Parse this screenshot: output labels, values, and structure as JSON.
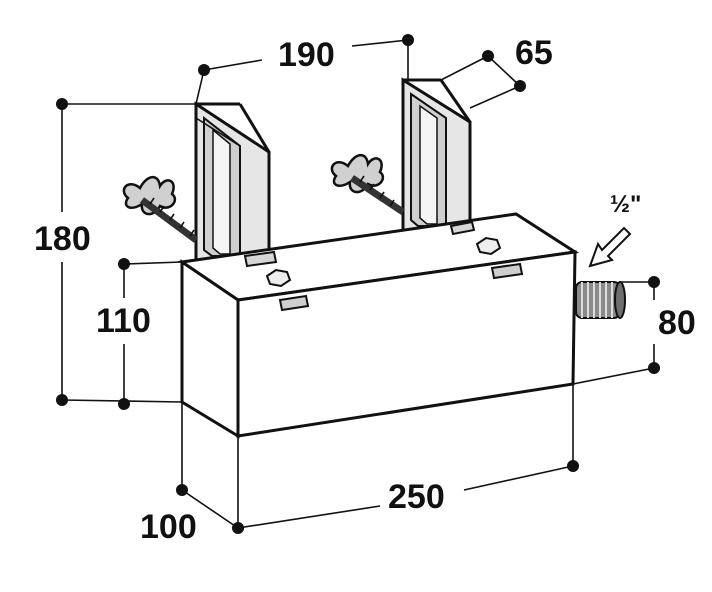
{
  "dimensions": {
    "width_top": "190",
    "depth_top": "65",
    "height_total": "180",
    "height_box": "110",
    "fitting_height": "80",
    "length": "250",
    "depth": "100"
  },
  "fitting": {
    "thread_size": "½\""
  },
  "colors": {
    "line": "#111111",
    "panel_light": "#e9e9e9",
    "panel_mid": "#bdbdbd",
    "thread": "#8a8a8a"
  }
}
